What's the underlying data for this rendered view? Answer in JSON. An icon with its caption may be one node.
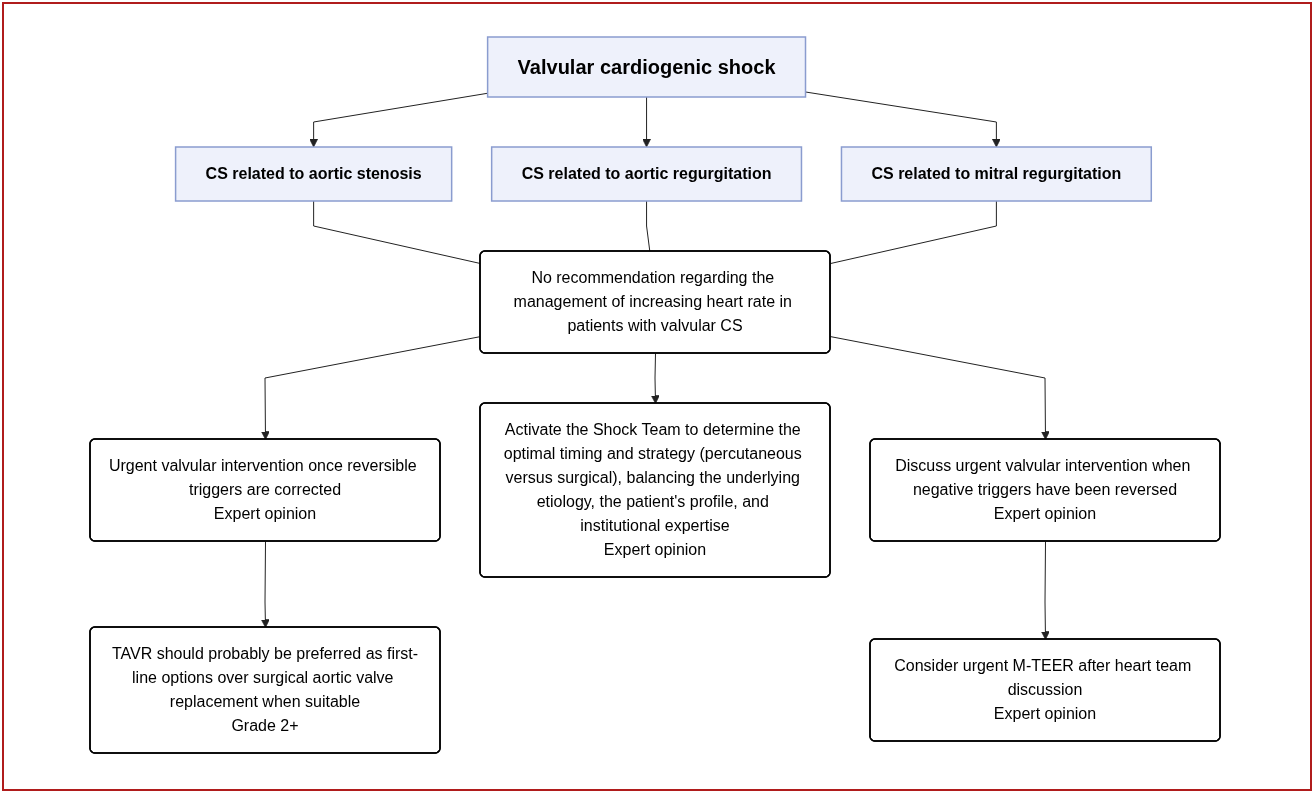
{
  "diagram": {
    "nodes": [
      {
        "text": [
          "Valvular cardiogenic shock"
        ]
      },
      {
        "text": [
          "CS related to aortic stenosis"
        ]
      },
      {
        "text": [
          "CS related to aortic regurgitation"
        ]
      },
      {
        "text": [
          "CS related to mitral regurgitation"
        ]
      },
      {
        "text": [
          "No recommendation regarding the management of increasing heart rate in patients with valvular CS"
        ]
      },
      {
        "text": [
          "Urgent valvular intervention once reversible triggers are corrected",
          "Expert opinion"
        ]
      },
      {
        "text": [
          "Activate the Shock Team to determine the optimal timing and strategy (percutaneous versus surgical), balancing the underlying etiology, the patient's profile, and institutional expertise",
          "Expert opinion"
        ]
      },
      {
        "text": [
          "Discuss urgent valvular intervention when negative triggers have been reversed",
          "Expert opinion"
        ]
      },
      {
        "text": [
          "TAVR should probably be preferred as first-line options over surgical aortic valve replacement when suitable",
          "Grade 2+"
        ]
      },
      {
        "text": [
          "Consider urgent M-TEER after heart team discussion",
          "Expert opinion"
        ]
      }
    ],
    "edges": [
      {
        "from": 0,
        "to": 1,
        "arrow": "to"
      },
      {
        "from": 0,
        "to": 2,
        "arrow": "to"
      },
      {
        "from": 0,
        "to": 3,
        "arrow": "to"
      },
      {
        "from": 1,
        "to": 4,
        "arrow": "none"
      },
      {
        "from": 2,
        "to": 4,
        "arrow": "none"
      },
      {
        "from": 3,
        "to": 4,
        "arrow": "none"
      },
      {
        "from": 4,
        "to": 5,
        "arrow": "to"
      },
      {
        "from": 4,
        "to": 6,
        "arrow": "to"
      },
      {
        "from": 4,
        "to": 7,
        "arrow": "to"
      },
      {
        "from": 5,
        "to": 8,
        "arrow": "to"
      },
      {
        "from": 7,
        "to": 9,
        "arrow": "to"
      }
    ]
  }
}
